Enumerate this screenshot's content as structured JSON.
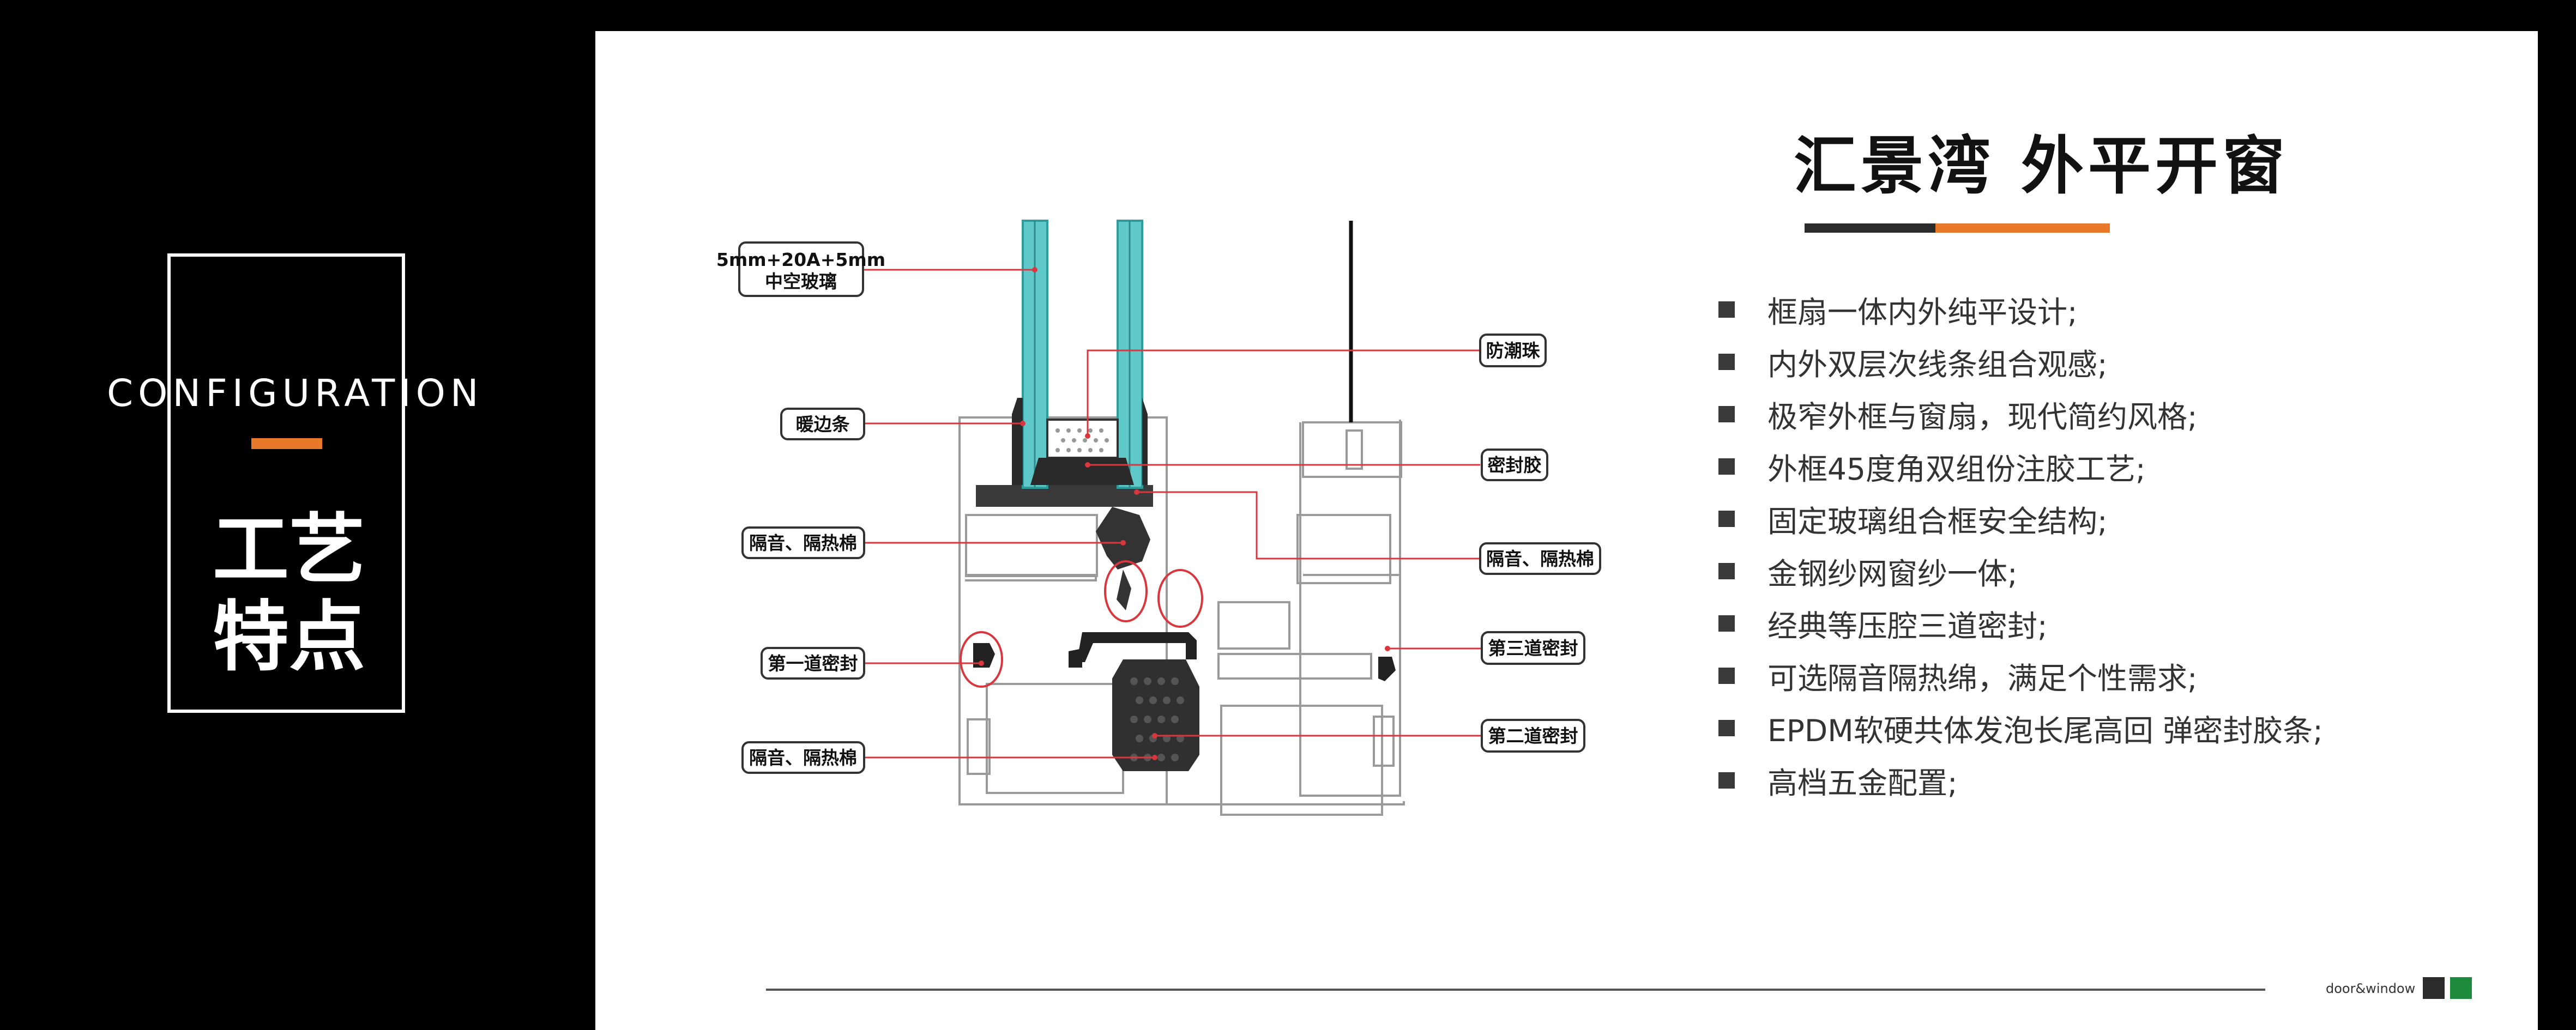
{
  "left": {
    "label": "CONFIGURATION",
    "title_line1": "工艺",
    "title_line2": "特点"
  },
  "header": {
    "title": "汇景湾  外平开窗"
  },
  "features": [
    "框扇一体内外纯平设计;",
    "内外双层次线条组合观感;",
    "极窄外框与窗扇，现代简约风格;",
    "外框45度角双组份注胶工艺;",
    "固定玻璃组合框安全结构;",
    "金钢纱网窗纱一体;",
    "经典等压腔三道密封;",
    "可选隔音隔热绵，满足个性需求;",
    "EPDM软硬共体发泡长尾高回 弹密封胶条;",
    "高档五金配置;"
  ],
  "callouts": {
    "glass_line1": "5mm+20A+5mm",
    "glass_line2": "中空玻璃",
    "warm_edge": "暖边条",
    "insulation_left_1": "隔音、隔热棉",
    "first_seal": "第一道密封",
    "insulation_left_2": "隔音、隔热棉",
    "moisture_bead": "防潮珠",
    "sealant": "密封胶",
    "insulation_right": "隔音、隔热棉",
    "third_seal": "第三道密封",
    "second_seal": "第二道密封"
  },
  "footer": {
    "brand": "door&window"
  },
  "colors": {
    "accent": "#e8792b",
    "glass": "#5fc9c9",
    "callout_line": "#d9363e",
    "brand_green": "#1e8a3c"
  }
}
